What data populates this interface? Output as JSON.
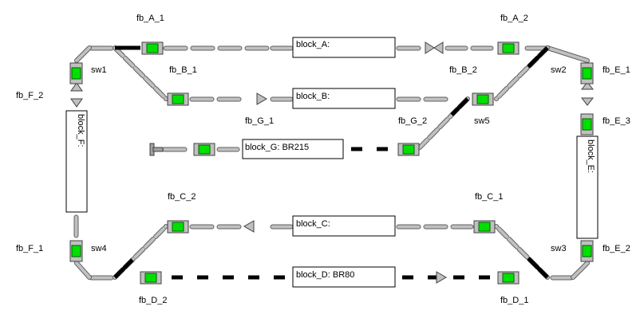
{
  "colors": {
    "background": "#ffffff",
    "rail_fill": "#c0c0c0",
    "rail_stroke": "#606060",
    "occupied": "#000000",
    "sensor_free": "#00e000",
    "sensor_frame": "#c0c0c0",
    "block_bg": "#ffffff",
    "block_border": "#000000"
  },
  "blocks": {
    "A": "block_A:",
    "B": "block_B:",
    "C": "block_C:",
    "D": "block_D: BR80",
    "G": "block_G: BR215",
    "F": "block_F:",
    "E": "block_E:"
  },
  "feedback": {
    "A1": "fb_A_1",
    "A2": "fb_A_2",
    "B1": "fb_B_1",
    "B2": "fb_B_2",
    "G1": "fb_G_1",
    "G2": "fb_G_2",
    "C1": "fb_C_1",
    "C2": "fb_C_2",
    "D1": "fb_D_1",
    "D2": "fb_D_2",
    "E1": "fb_E_1",
    "E2": "fb_E_2",
    "E3": "fb_E_3",
    "F1": "fb_F_1",
    "F2": "fb_F_2"
  },
  "switches": {
    "sw1": "sw1",
    "sw2": "sw2",
    "sw3": "sw3",
    "sw4": "sw4",
    "sw5": "sw5"
  }
}
